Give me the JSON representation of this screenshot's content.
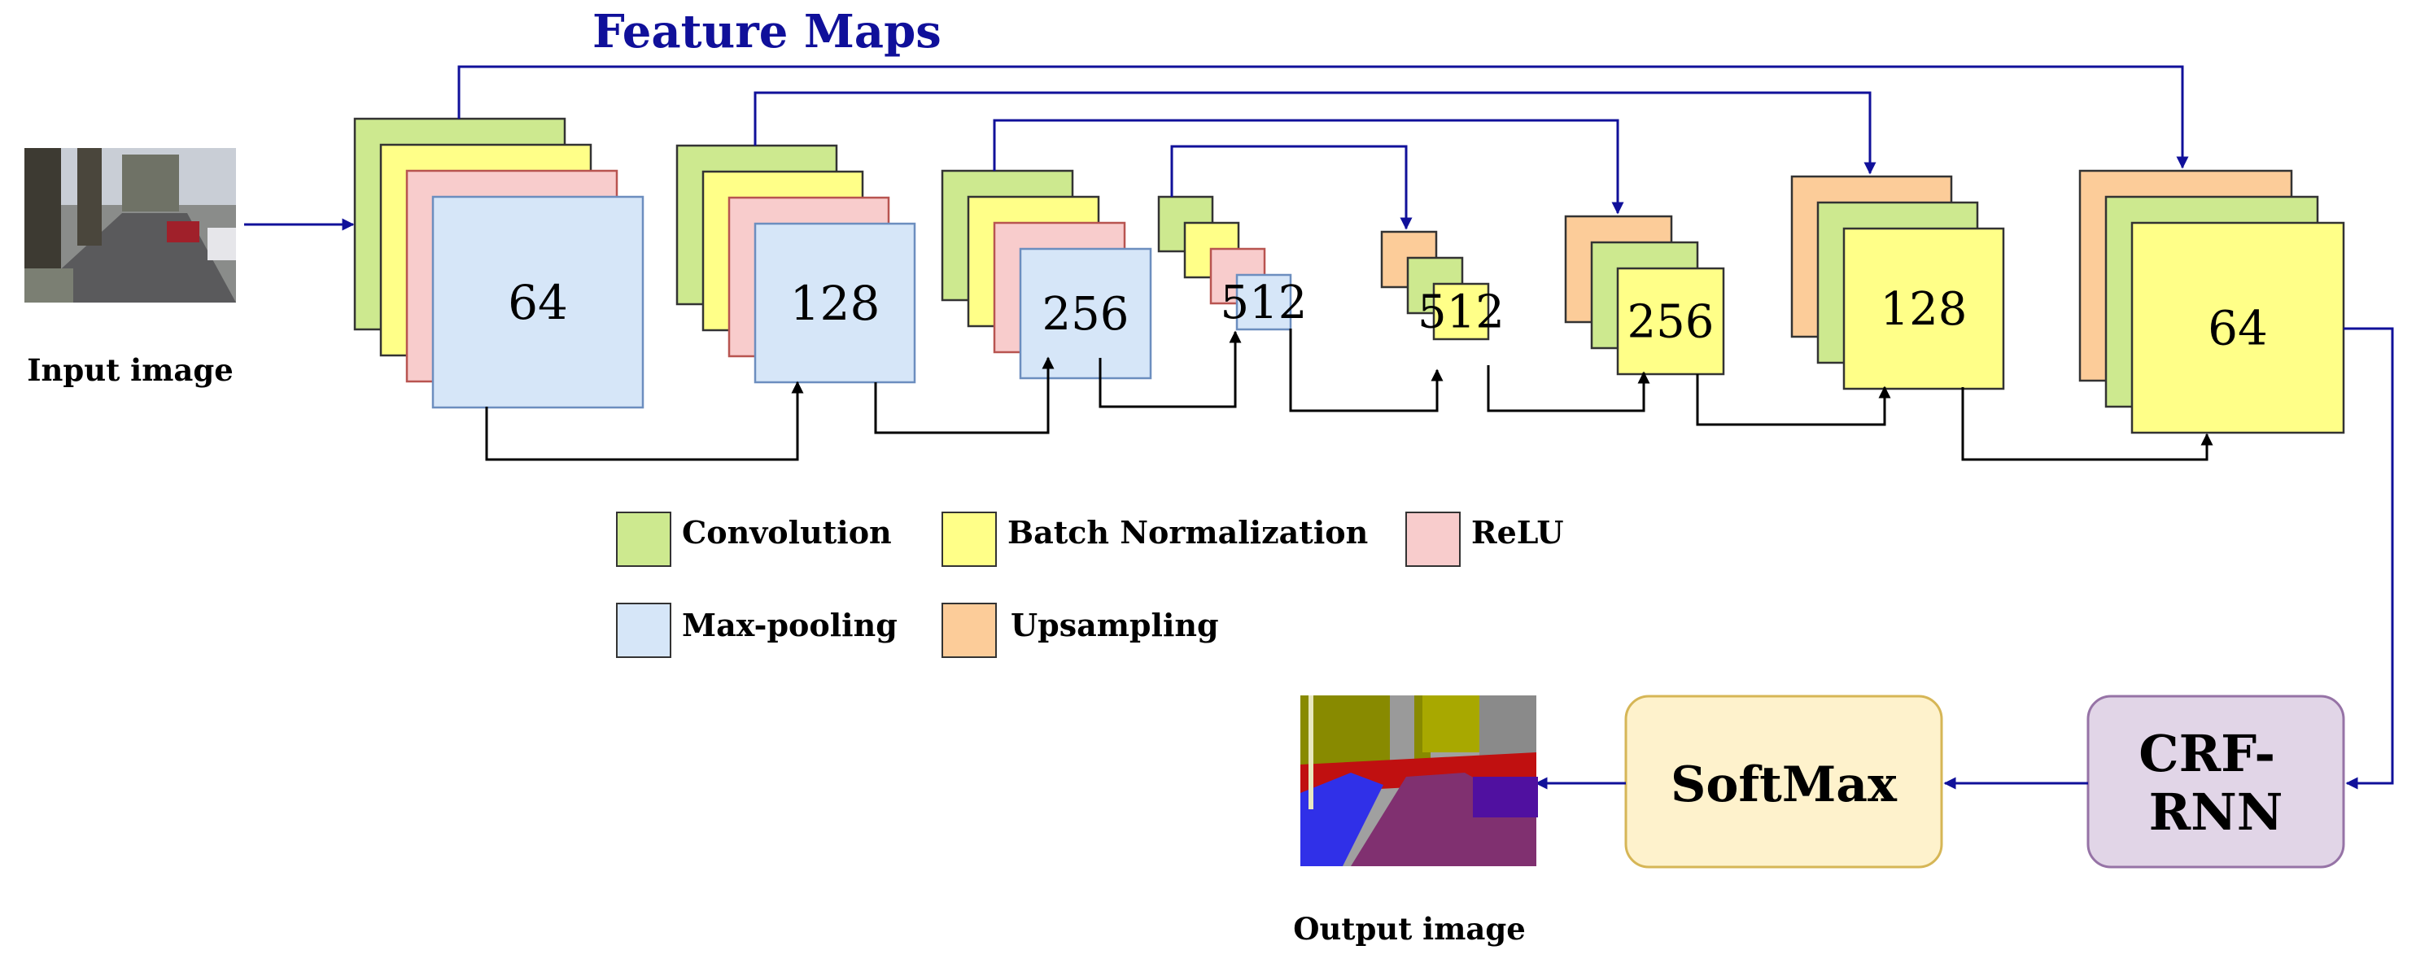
{
  "title": "Feature Maps",
  "input_label": "Input image",
  "output_label": "Output image",
  "blocks": [
    {
      "label": "64",
      "layers": [
        "convolution",
        "batch_normalization",
        "relu",
        "max_pooling"
      ]
    },
    {
      "label": "128",
      "layers": [
        "convolution",
        "batch_normalization",
        "relu",
        "max_pooling"
      ]
    },
    {
      "label": "256",
      "layers": [
        "convolution",
        "batch_normalization",
        "relu",
        "max_pooling"
      ]
    },
    {
      "label": "512",
      "layers": [
        "convolution",
        "batch_normalization",
        "relu",
        "max_pooling"
      ]
    },
    {
      "label": "512",
      "layers": [
        "upsampling",
        "convolution",
        "batch_normalization"
      ]
    },
    {
      "label": "256",
      "layers": [
        "upsampling",
        "convolution",
        "batch_normalization"
      ]
    },
    {
      "label": "128",
      "layers": [
        "upsampling",
        "convolution",
        "batch_normalization"
      ]
    },
    {
      "label": "64",
      "layers": [
        "upsampling",
        "convolution",
        "batch_normalization"
      ]
    }
  ],
  "legend": {
    "convolution": "Convolution",
    "batch_normalization": "Batch Normalization",
    "relu": "ReLU",
    "max_pooling": "Max-pooling",
    "upsampling": "Upsampling"
  },
  "softmax_label": "SoftMax",
  "crf_rnn_label": [
    "CRF-",
    "RNN"
  ],
  "colors": {
    "convolution": "#cde98f",
    "batch_normalization": "#ffff88",
    "relu": "#f8cccc",
    "max_pooling": "#d6e6f8",
    "upsampling": "#fccc99",
    "title": "#10109a",
    "skip_arrow": "#10109a",
    "softmax_fill": "#fef2cc",
    "softmax_stroke": "#d6b656",
    "crf_fill": "#e1d5e7",
    "crf_stroke": "#9673a6"
  }
}
